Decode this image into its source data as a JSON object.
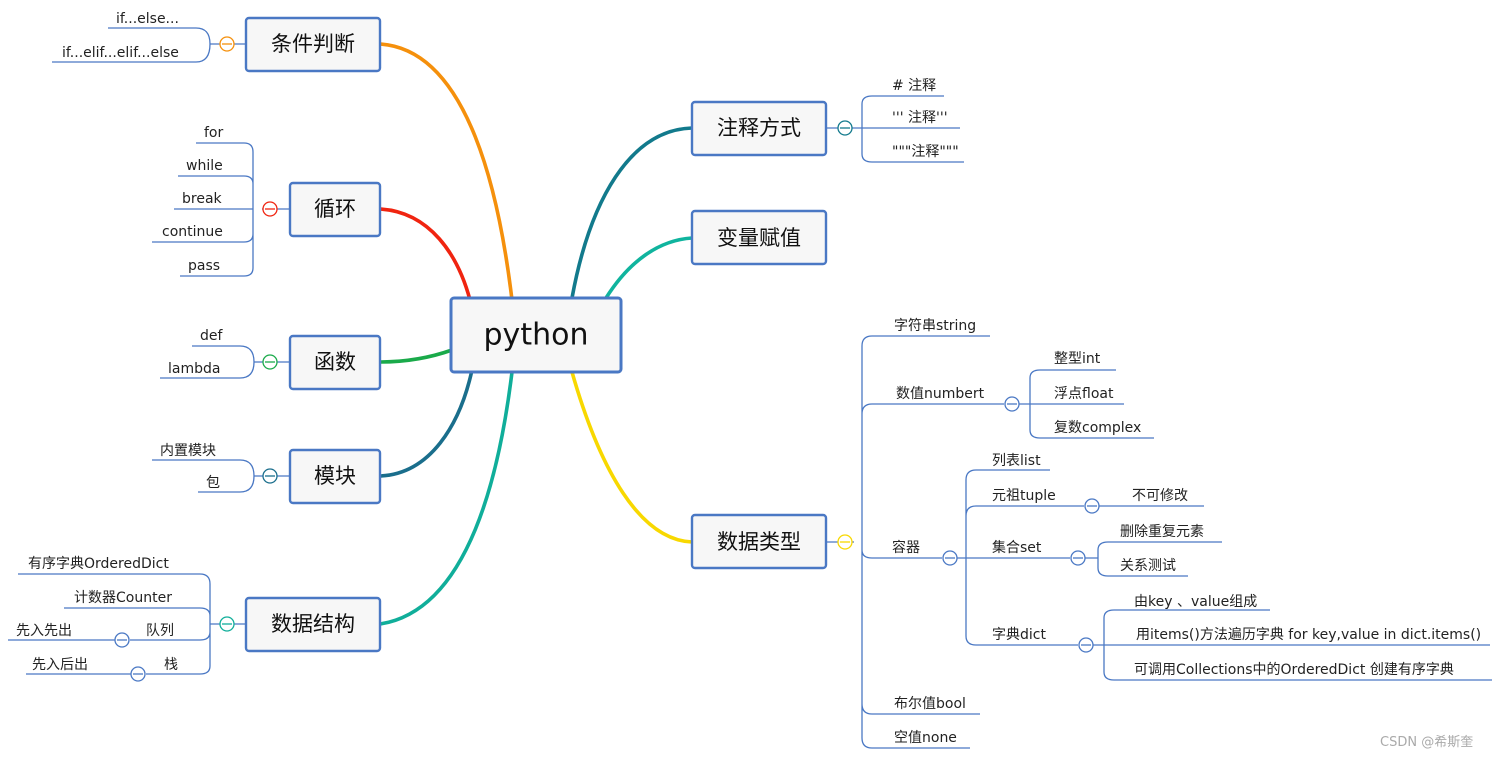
{
  "root": {
    "label": "python"
  },
  "colors": {
    "box_border": "#4a78c4",
    "branch_conditions": "#f5900c",
    "branch_loops": "#f02410",
    "branch_functions": "#1aaa4a",
    "branch_modules": "#1a6e8c",
    "branch_structures": "#10ae9a",
    "branch_comments": "#127a8c",
    "branch_assignment": "#10b49e",
    "branch_types": "#f8d800",
    "leaf_line": "#4a78c4"
  },
  "branches": {
    "conditions": {
      "label": "条件判断",
      "items": [
        "if...else...",
        "if...elif...elif...else"
      ]
    },
    "loops": {
      "label": "循环",
      "items": [
        "for",
        "while",
        "break",
        "continue",
        "pass"
      ]
    },
    "functions": {
      "label": "函数",
      "items": [
        "def",
        "lambda"
      ]
    },
    "modules": {
      "label": "模块",
      "items": [
        "内置模块",
        "包"
      ]
    },
    "structures": {
      "label": "数据结构",
      "items": [
        "有序字典OrderedDict",
        "计数器Counter",
        "队列",
        "栈"
      ],
      "queue_child": "先入先出",
      "stack_child": "先入后出"
    },
    "comments": {
      "label": "注释方式",
      "items": [
        "# 注释",
        "''' 注释'''",
        "\"\"\"注释\"\"\""
      ]
    },
    "assignment": {
      "label": "变量赋值"
    },
    "types": {
      "label": "数据类型",
      "string": "字符串string",
      "number": {
        "label": "数值numbert",
        "items": [
          "整型int",
          "浮点float",
          "复数complex"
        ]
      },
      "container": {
        "label": "容器",
        "list": "列表list",
        "tuple": {
          "label": "元祖tuple",
          "items": [
            "不可修改"
          ]
        },
        "set": {
          "label": "集合set",
          "items": [
            "删除重复元素",
            "关系测试"
          ]
        },
        "dict": {
          "label": "字典dict",
          "items": [
            "由key 、value组成",
            "用items()方法遍历字典  for key,value in dict.items()",
            "可调用Collections中的OrderedDict 创建有序字典"
          ]
        }
      },
      "bool": "布尔值bool",
      "none": "空值none"
    }
  },
  "watermark": "CSDN @希斯奎"
}
